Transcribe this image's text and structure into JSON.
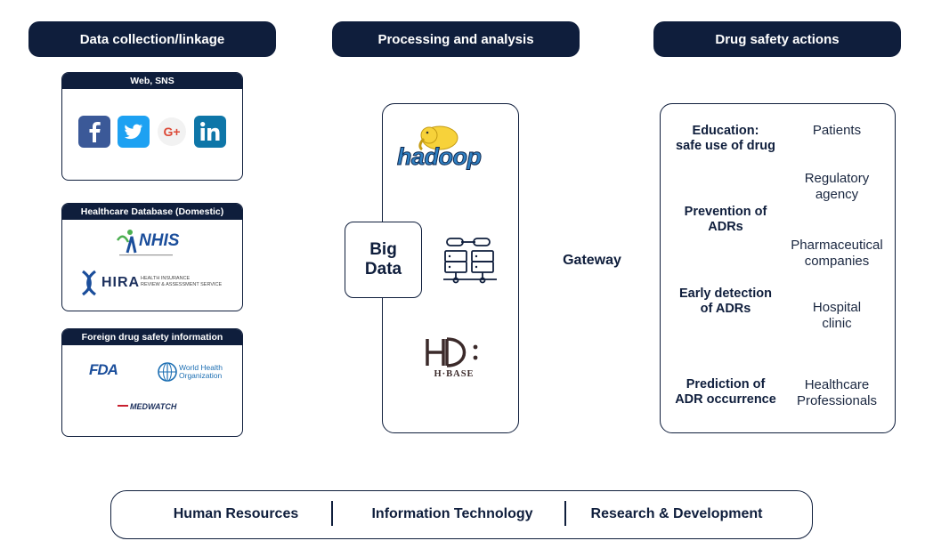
{
  "headers": {
    "collection": "Data collection/linkage",
    "processing": "Processing and analysis",
    "actions": "Drug safety actions"
  },
  "panels": {
    "web": {
      "title": "Web, SNS"
    },
    "domestic": {
      "title": "Healthcare Database (Domestic)",
      "nhis": "NHIS",
      "hira": "HIRA",
      "hira_sub1": "HEALTH INSURANCE",
      "hira_sub2": "REVIEW & ASSESSMENT SERVICE"
    },
    "foreign": {
      "title": "Foreign drug safety information",
      "fda": "FDA",
      "who1": "World Health",
      "who2": "Organization",
      "medwatch": "MEDWATCH"
    }
  },
  "processing": {
    "big_data_line1": "Big",
    "big_data_line2": "Data",
    "hadoop": "hadoop",
    "hbase": "H·BASE"
  },
  "gateway": "Gateway",
  "actions_left": [
    {
      "l1": "Education:",
      "l2": "safe use of drug"
    },
    {
      "l1": "Prevention of",
      "l2": "ADRs"
    },
    {
      "l1": "Early detection",
      "l2": "of ADRs"
    },
    {
      "l1": "Prediction of",
      "l2": "ADR occurrence"
    }
  ],
  "actions_right": [
    {
      "l1": "Patients",
      "l2": ""
    },
    {
      "l1": "Regulatory",
      "l2": "agency"
    },
    {
      "l1": "Pharmaceutical",
      "l2": "companies"
    },
    {
      "l1": "Hospital",
      "l2": "clinic"
    },
    {
      "l1": "Healthcare",
      "l2": "Professionals"
    }
  ],
  "bottom": {
    "hr": "Human Resources",
    "it": "Information Technology",
    "rd": "Research & Development"
  },
  "colors": {
    "navy": "#0f1e3c",
    "facebook": "#3b5998",
    "twitter": "#1da1f2",
    "google": "#dc4a38",
    "linkedin": "#0e76a8",
    "hadoop_yellow": "#f7d23a",
    "hadoop_blue": "#2f7fc1",
    "who_blue": "#1d6fb3",
    "fda_blue": "#1b4e9b",
    "medwatch_red": "#c8202f"
  }
}
